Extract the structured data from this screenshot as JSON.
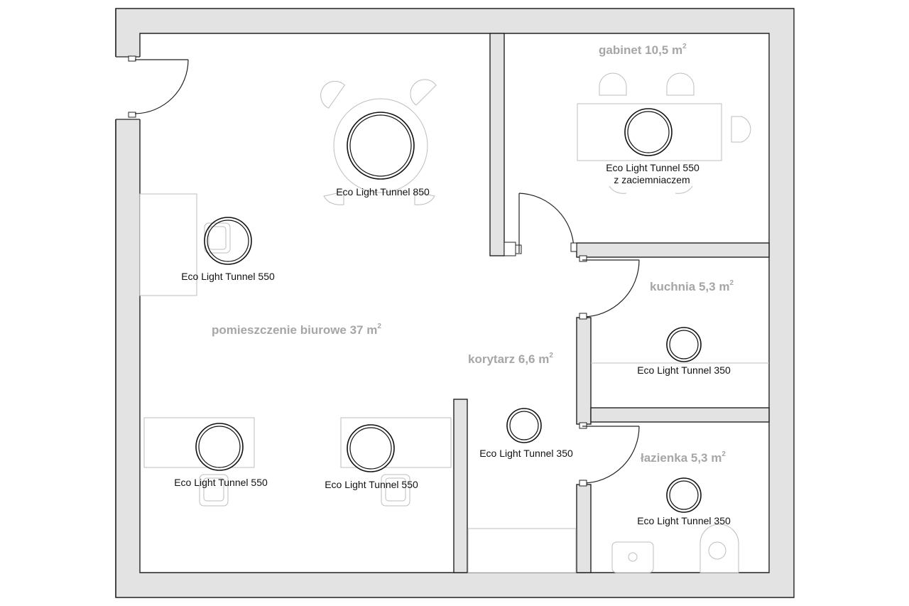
{
  "colors": {
    "wall_fill": "#e3e3e3",
    "room_label": "#a6a6a6",
    "furniture_stroke": "#bdbdbd"
  },
  "rooms": {
    "office": {
      "name": "pomieszczenie biurowe 37 m",
      "sup": "2"
    },
    "study": {
      "name": "gabinet 10,5 m",
      "sup": "2"
    },
    "kitchen": {
      "name": "kuchnia 5,3 m",
      "sup": "2"
    },
    "corridor": {
      "name": "korytarz 6,6 m",
      "sup": "2"
    },
    "bathroom": {
      "name": "łazienka 5,3 m",
      "sup": "2"
    }
  },
  "skylights": {
    "office_table": {
      "label": "Eco Light Tunnel 850"
    },
    "office_left": {
      "label": "Eco Light Tunnel 550"
    },
    "office_desk_1": {
      "label": "Eco Light Tunnel 550"
    },
    "office_desk_2": {
      "label": "Eco Light Tunnel 550"
    },
    "study": {
      "label_line1": "Eco Light Tunnel 550",
      "label_line2": "z zaciemniaczem"
    },
    "kitchen": {
      "label": "Eco Light Tunnel 350"
    },
    "corridor": {
      "label": "Eco Light Tunnel 350"
    },
    "bathroom": {
      "label": "Eco Light Tunnel 350"
    }
  }
}
